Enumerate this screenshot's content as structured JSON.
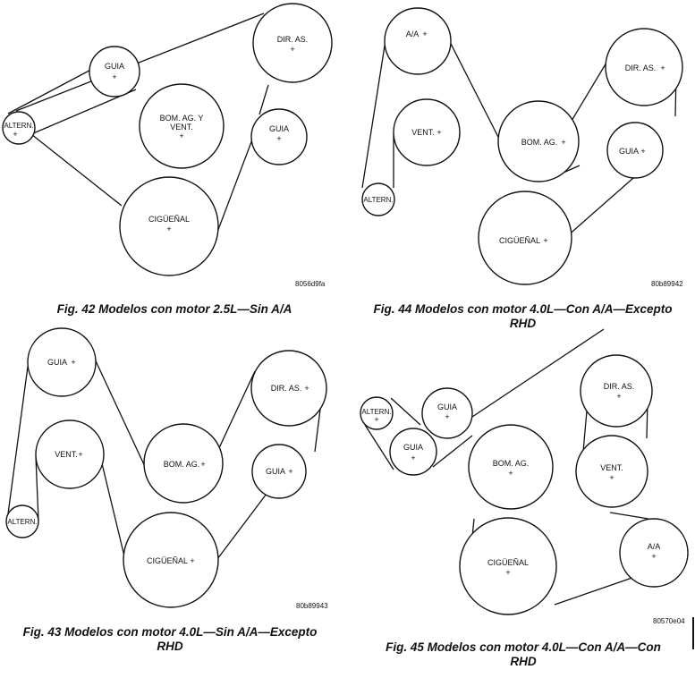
{
  "figures": [
    {
      "caption_line1": "Fig. 42 Modelos con motor 2.5L—Sin A/A",
      "caption_line2": "",
      "code": "8056d9fa",
      "pulleys": [
        {
          "label": "GUIA"
        },
        {
          "label": "DIR. AS."
        },
        {
          "label": "ALTERN."
        },
        {
          "label": "BOM. AG. Y VENT."
        },
        {
          "label": "GUIA"
        },
        {
          "label": "CIGÜEÑAL"
        }
      ]
    },
    {
      "caption_line1": "Fig. 44 Modelos con motor 4.0L—Con A/A—Excepto",
      "caption_line2": "RHD",
      "code": "80b89942",
      "pulleys": [
        {
          "label": "A/A"
        },
        {
          "label": "DIR. AS."
        },
        {
          "label": "VENT."
        },
        {
          "label": "BOM. AG."
        },
        {
          "label": "GUIA"
        },
        {
          "label": "ALTERN."
        },
        {
          "label": "CIGÜEÑAL"
        }
      ]
    },
    {
      "caption_line1": "Fig. 43 Modelos con motor 4.0L—Sin A/A—Excepto",
      "caption_line2": "RHD",
      "code": "80b89943",
      "pulleys": [
        {
          "label": "GUIA"
        },
        {
          "label": "DIR. AS."
        },
        {
          "label": "VENT."
        },
        {
          "label": "BOM. AG."
        },
        {
          "label": "GUIA"
        },
        {
          "label": "ALTERN."
        },
        {
          "label": "CIGÜEÑAL"
        }
      ]
    },
    {
      "caption_line1": "Fig. 45 Modelos con motor 4.0L—Con A/A—Con",
      "caption_line2": "RHD",
      "code": "80570e04",
      "pulleys": [
        {
          "label": "ALTERN."
        },
        {
          "label": "GUIA"
        },
        {
          "label": "DIR. AS."
        },
        {
          "label": "GUIA"
        },
        {
          "label": "BOM. AG."
        },
        {
          "label": "VENT."
        },
        {
          "label": "A/A"
        },
        {
          "label": "CIGÜEÑAL"
        }
      ]
    }
  ]
}
